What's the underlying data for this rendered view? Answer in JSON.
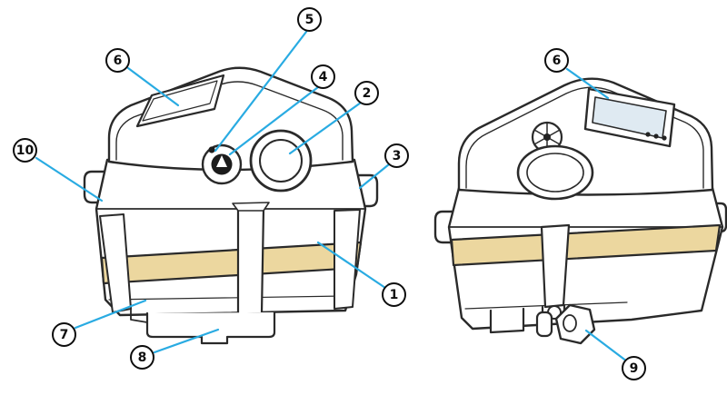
{
  "diagram": {
    "description_visible_text_only": true,
    "colors": {
      "outline": "#2a2a2a",
      "leader_line": "#29abe2",
      "band_yellow": "#ecd79f",
      "screen_fill": "#dfeaf2",
      "background": "#ffffff"
    },
    "callouts": [
      {
        "id": "callout-6-left",
        "label": "6"
      },
      {
        "id": "callout-5",
        "label": "5"
      },
      {
        "id": "callout-4",
        "label": "4"
      },
      {
        "id": "callout-2",
        "label": "2"
      },
      {
        "id": "callout-3",
        "label": "3"
      },
      {
        "id": "callout-10",
        "label": "10"
      },
      {
        "id": "callout-1",
        "label": "1"
      },
      {
        "id": "callout-7",
        "label": "7"
      },
      {
        "id": "callout-8",
        "label": "8"
      },
      {
        "id": "callout-6-right",
        "label": "6"
      },
      {
        "id": "callout-9",
        "label": "9"
      }
    ]
  }
}
